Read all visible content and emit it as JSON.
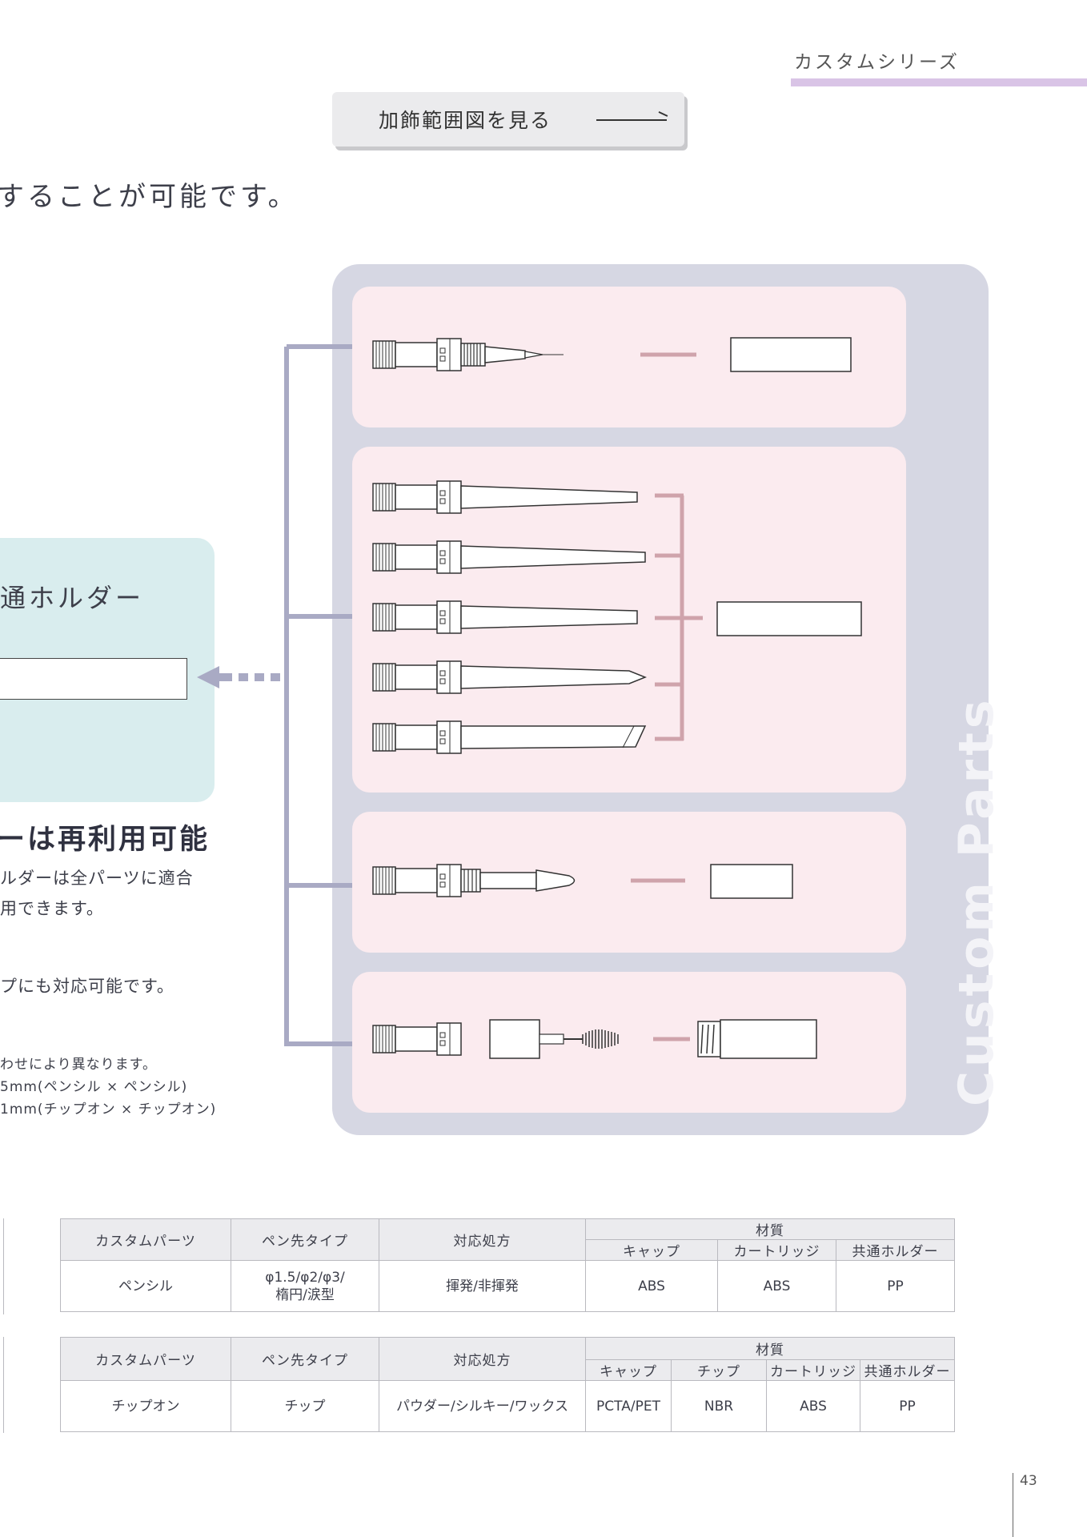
{
  "header": {
    "series": "カスタムシリーズ"
  },
  "button": {
    "label": "加飾範囲図を見る"
  },
  "intro": "することが可能です。",
  "holder": {
    "title": "通ホルダー"
  },
  "reuse": {
    "title": "ーは再利用可能",
    "line1": "ルダーは全パーツに適合",
    "line2": "用できます。"
  },
  "tip_note": "プにも対応可能です。",
  "notes": [
    "わせにより異なります。",
    "5mm(ペンシル × ペンシル)",
    "1mm(チップオン × チップオン)"
  ],
  "panel": {
    "label": "Custom Parts"
  },
  "colors": {
    "panel": "#d6d7e3",
    "group": "#fbebef",
    "holder": "#d9edee",
    "accent": "#d9c4e6",
    "connector": "#a9aac4",
    "dash": "#cfa3ab"
  },
  "table1": {
    "headers": [
      "カスタムパーツ",
      "ペン先タイプ",
      "対応処方",
      "材質"
    ],
    "material_headers": [
      "キャップ",
      "カートリッジ",
      "共通ホルダー"
    ],
    "row": {
      "part": "ペンシル",
      "tip_line1": "φ1.5/φ2/φ3/",
      "tip_line2": "楕円/涙型",
      "formula": "揮発/非揮発",
      "cap": "ABS",
      "cartridge": "ABS",
      "holder": "PP"
    }
  },
  "table2": {
    "headers": [
      "カスタムパーツ",
      "ペン先タイプ",
      "対応処方",
      "材質"
    ],
    "material_headers": [
      "キャップ",
      "チップ",
      "カートリッジ",
      "共通ホルダー"
    ],
    "row": {
      "part": "チップオン",
      "tip": "チップ",
      "formula": "パウダー/シルキー/ワックス",
      "cap": "PCTA/PET",
      "chip": "NBR",
      "cartridge": "ABS",
      "holder": "PP"
    }
  },
  "page_number": "43"
}
